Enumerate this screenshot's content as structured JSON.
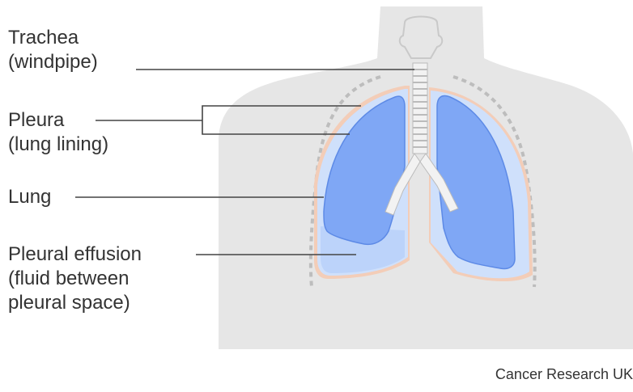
{
  "labels": {
    "trachea": [
      "Trachea",
      "(windpipe)"
    ],
    "pleura": [
      "Pleura",
      "(lung lining)"
    ],
    "lung": [
      "Lung"
    ],
    "pleural_effusion": [
      "Pleural effusion",
      "(fluid between",
      "pleural space)"
    ]
  },
  "credit": "Cancer Research UK",
  "colors": {
    "body": "#e6e6e6",
    "lung": "#7fa7f5",
    "lung_lining": "#cfe0fb",
    "effusion": "#bcd3fa",
    "pleura_edge": "#f3cdb8",
    "leader_line": "#444444",
    "text": "#333333"
  }
}
